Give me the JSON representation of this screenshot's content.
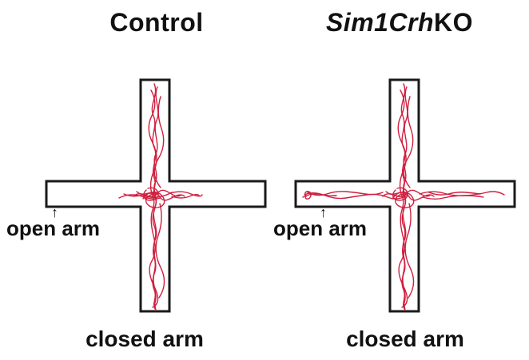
{
  "colors": {
    "trace": "#d01f3f",
    "outline": "#1a1a1a",
    "text": "#111111"
  },
  "panels": {
    "control": {
      "title": "Control",
      "open_arm_label": "open arm",
      "arrow_icon": "↑",
      "closed_arm_label": "closed arm"
    },
    "ko": {
      "title_gene": "Sim1Crh",
      "title_suffix": "KO",
      "open_arm_label": "open arm",
      "arrow_icon": "↑",
      "closed_arm_label": "closed arm"
    }
  }
}
